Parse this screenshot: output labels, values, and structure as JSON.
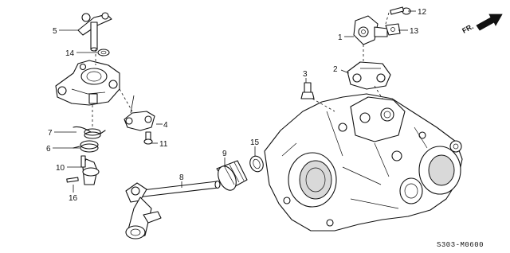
{
  "diagram": {
    "code": "S303-M0600",
    "direction_label": "FR.",
    "callouts": {
      "c1": "1",
      "c2": "2",
      "c3": "3",
      "c4": "4",
      "c5": "5",
      "c6": "6",
      "c7": "7",
      "c8": "8",
      "c9": "9",
      "c10": "10",
      "c11": "11",
      "c12": "12",
      "c13": "13",
      "c14": "14",
      "c15": "15",
      "c16": "16"
    }
  }
}
